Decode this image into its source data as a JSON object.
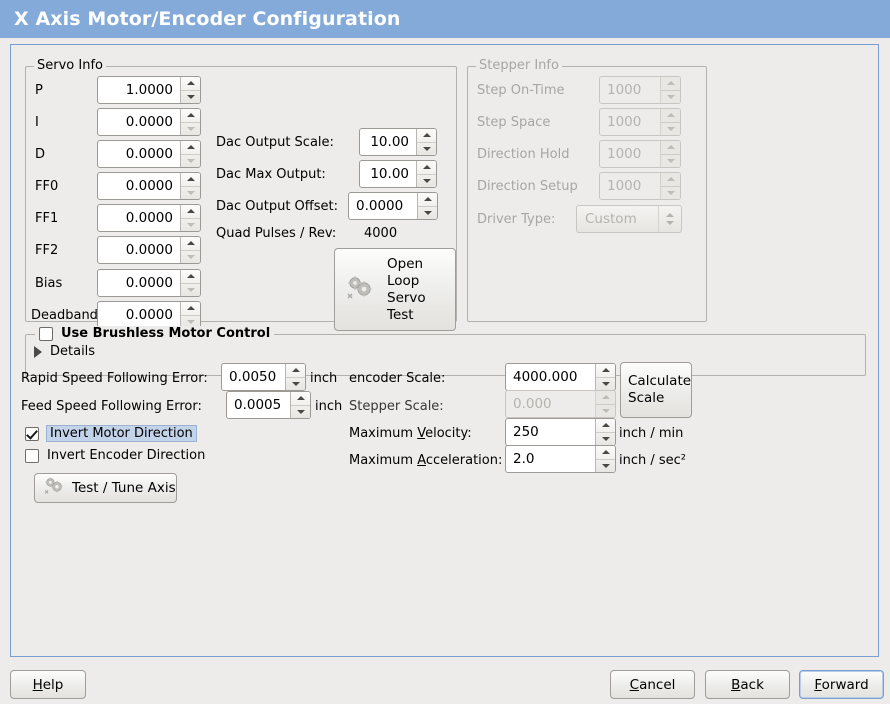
{
  "window": {
    "title": "X Axis Motor/Encoder Configuration"
  },
  "colors": {
    "titlebar": "#83aad8",
    "panel_bg": "#edecea",
    "panel_border": "#7a9ed0",
    "selection": "#c3d3ea",
    "disabled_text": "#a8a6a2"
  },
  "servo_info": {
    "legend": "Servo Info",
    "fields": [
      {
        "label": "P",
        "value": "1.0000"
      },
      {
        "label": "I",
        "value": "0.0000"
      },
      {
        "label": "D",
        "value": "0.0000"
      },
      {
        "label": "FF0",
        "value": "0.0000"
      },
      {
        "label": "FF1",
        "value": "0.0000"
      },
      {
        "label": "FF2",
        "value": "0.0000"
      },
      {
        "label": "Bias",
        "value": "0.0000"
      },
      {
        "label": "Deadband",
        "value": "0.0000"
      }
    ],
    "dac": [
      {
        "label": "Dac Output Scale:",
        "value": "10.00"
      },
      {
        "label": "Dac Max Output:",
        "value": "10.00"
      },
      {
        "label": "Dac Output Offset:",
        "value": "0.0000"
      }
    ],
    "quad_pulses_label": "Quad Pulses / Rev:",
    "quad_pulses_value": "4000",
    "open_loop_button": "Open\nLoop\nServo\nTest",
    "open_loop_lines": [
      "Open",
      "Loop",
      "Servo",
      "Test"
    ]
  },
  "stepper_info": {
    "legend": "Stepper Info",
    "enabled": false,
    "fields": [
      {
        "label": "Step On-Time",
        "value": "1000"
      },
      {
        "label": "Step Space",
        "value": "1000"
      },
      {
        "label": "Direction Hold",
        "value": "1000"
      },
      {
        "label": "Direction Setup",
        "value": "1000"
      }
    ],
    "driver_type_label": "Driver Type:",
    "driver_type_value": "Custom",
    "driver_type_options": [
      "Custom"
    ]
  },
  "brushless": {
    "checkbox_label": "Use Brushless Motor Control",
    "checked": false,
    "details_label": "Details",
    "details_expanded": false
  },
  "tuning": {
    "rapid_following_error": {
      "label": "Rapid Speed Following Error:",
      "value": "0.0050",
      "unit": "inch"
    },
    "feed_following_error": {
      "label": "Feed Speed Following Error:",
      "value": "0.0005",
      "unit": "inch"
    },
    "invert_motor": {
      "label": "Invert Motor Direction",
      "checked": true,
      "focused": true
    },
    "invert_encoder": {
      "label": "Invert Encoder Direction",
      "checked": false,
      "focused": false
    },
    "test_tune_button": "Test / Tune Axis"
  },
  "scale": {
    "encoder_scale": {
      "label": "encoder Scale:",
      "value": "4000.000",
      "enabled": true
    },
    "stepper_scale": {
      "label": "Stepper Scale:",
      "value": "0.000",
      "enabled": false
    },
    "max_velocity": {
      "label": "Maximum Velocity:",
      "value": "250",
      "unit": "inch / min",
      "mnemonic": "V"
    },
    "max_accel": {
      "label": "Maximum Acceleration:",
      "value": "2.0",
      "unit": "inch / sec²",
      "mnemonic": "A"
    },
    "calculate_button_lines": [
      "Calculate",
      "Scale"
    ]
  },
  "footer": {
    "help": {
      "label": "Help",
      "mnemonic": "H"
    },
    "cancel": {
      "label": "Cancel",
      "mnemonic": "C"
    },
    "back": {
      "label": "Back",
      "mnemonic": "B"
    },
    "forward": {
      "label": "Forward",
      "mnemonic": "F",
      "focused": true
    }
  }
}
